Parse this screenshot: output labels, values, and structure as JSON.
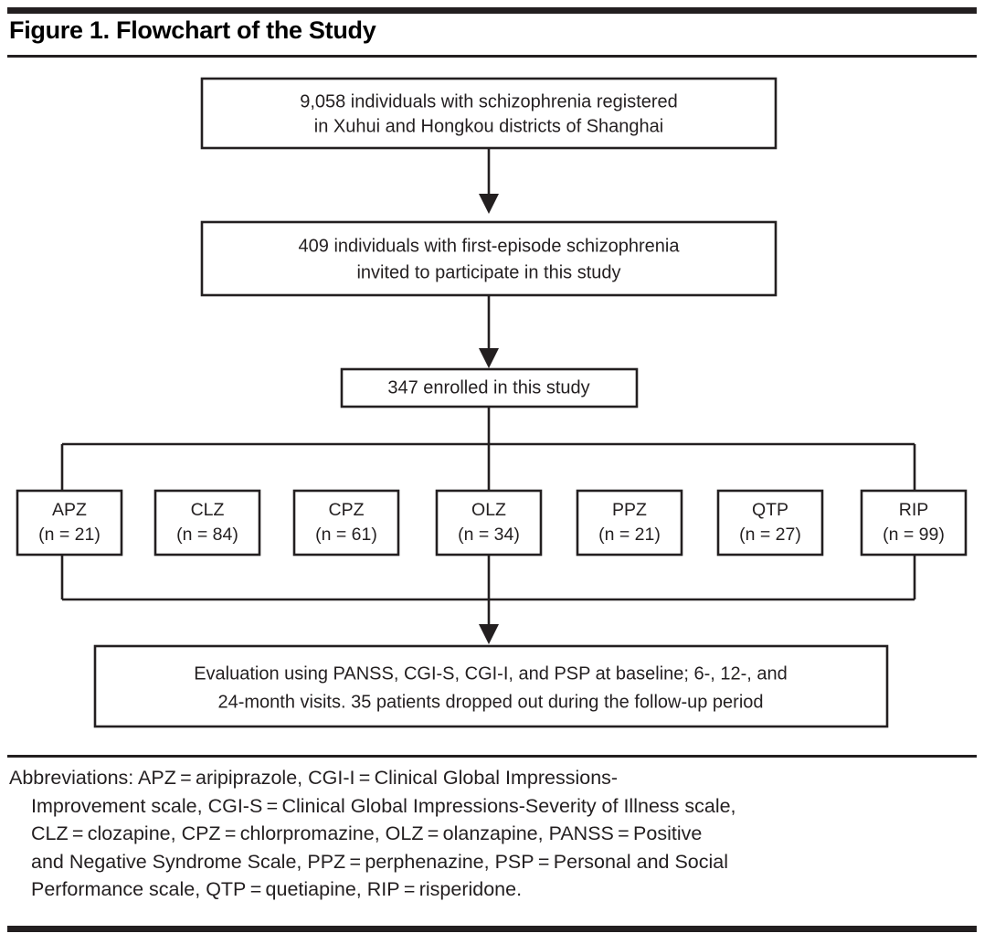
{
  "figure": {
    "title": "Figure 1. Flowchart of the Study",
    "accent_color": "#231f20",
    "background_color": "#ffffff"
  },
  "flow": {
    "nodes": [
      {
        "id": "registered",
        "lines": [
          "9,058 individuals with schizophrenia registered",
          "in Xuhui and Hongkou districts of Shanghai"
        ]
      },
      {
        "id": "invited",
        "lines": [
          "409 individuals with first-episode schizophrenia",
          "invited to participate in this study"
        ]
      },
      {
        "id": "enrolled",
        "lines": [
          "347 enrolled in this study"
        ]
      },
      {
        "id": "evaluation",
        "lines": [
          "Evaluation using PANSS, CGI-S, CGI-I, and PSP at baseline; 6-, 12-, and",
          "24-month visits. 35 patients dropped out during the follow-up period"
        ]
      }
    ],
    "groups": [
      {
        "code": "APZ",
        "count": "(n = 21)"
      },
      {
        "code": "CLZ",
        "count": "(n = 84)"
      },
      {
        "code": "CPZ",
        "count": "(n = 61)"
      },
      {
        "code": "OLZ",
        "count": "(n = 34)"
      },
      {
        "code": "PPZ",
        "count": "(n = 21)"
      },
      {
        "code": "QTP",
        "count": "(n = 27)"
      },
      {
        "code": "RIP",
        "count": "(n = 99)"
      }
    ]
  },
  "footnote": {
    "lines": [
      "Abbreviations: APZ = aripiprazole, CGI-I = Clinical Global Impressions-",
      "Improvement scale, CGI-S = Clinical Global Impressions-Severity of Illness scale,",
      "CLZ = clozapine, CPZ = chlorpromazine, OLZ = olanzapine, PANSS = Positive",
      "and Negative Syndrome Scale, PPZ = perphenazine, PSP = Personal and Social",
      "Performance scale, QTP = quetiapine, RIP = risperidone."
    ]
  }
}
